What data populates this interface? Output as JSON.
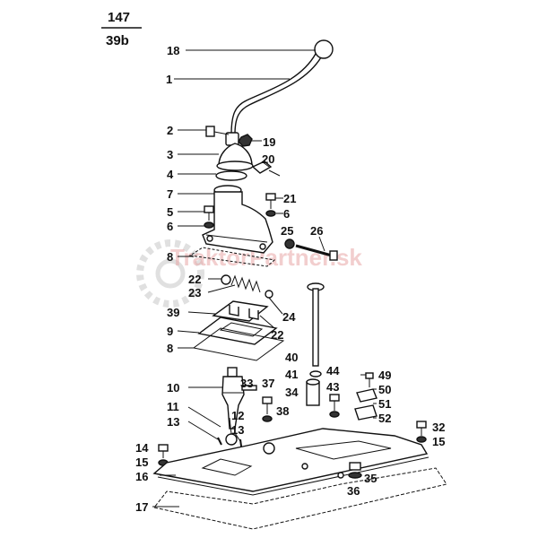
{
  "sheet": {
    "top": "147",
    "bottom": "39b"
  },
  "watermark": "TraktorPartner.sk",
  "callouts": [
    {
      "id": "c18",
      "text": "18"
    },
    {
      "id": "c1",
      "text": "1"
    },
    {
      "id": "c2",
      "text": "2"
    },
    {
      "id": "c19",
      "text": "19"
    },
    {
      "id": "c3",
      "text": "3"
    },
    {
      "id": "c20",
      "text": "20"
    },
    {
      "id": "c4",
      "text": "4"
    },
    {
      "id": "c7",
      "text": "7"
    },
    {
      "id": "c21",
      "text": "21"
    },
    {
      "id": "c5",
      "text": "5"
    },
    {
      "id": "c6a",
      "text": "6"
    },
    {
      "id": "c6b",
      "text": "6"
    },
    {
      "id": "c26",
      "text": "26"
    },
    {
      "id": "c25",
      "text": "25"
    },
    {
      "id": "c8a",
      "text": "8"
    },
    {
      "id": "c22a",
      "text": "22"
    },
    {
      "id": "c23",
      "text": "23"
    },
    {
      "id": "c24",
      "text": "24"
    },
    {
      "id": "c39",
      "text": "39"
    },
    {
      "id": "c9",
      "text": "9"
    },
    {
      "id": "c22b",
      "text": "22"
    },
    {
      "id": "c8b",
      "text": "8"
    },
    {
      "id": "c40",
      "text": "40"
    },
    {
      "id": "c41",
      "text": "41"
    },
    {
      "id": "c44",
      "text": "44"
    },
    {
      "id": "c49",
      "text": "49"
    },
    {
      "id": "c10",
      "text": "10"
    },
    {
      "id": "c33",
      "text": "33"
    },
    {
      "id": "c37",
      "text": "37"
    },
    {
      "id": "c43",
      "text": "43"
    },
    {
      "id": "c50",
      "text": "50"
    },
    {
      "id": "c34",
      "text": "34"
    },
    {
      "id": "c51",
      "text": "51"
    },
    {
      "id": "c11",
      "text": "11"
    },
    {
      "id": "c38",
      "text": "38"
    },
    {
      "id": "c52",
      "text": "52"
    },
    {
      "id": "c12",
      "text": "12"
    },
    {
      "id": "c13a",
      "text": "13"
    },
    {
      "id": "c13b",
      "text": "13"
    },
    {
      "id": "c32",
      "text": "32"
    },
    {
      "id": "c15a",
      "text": "15"
    },
    {
      "id": "c14",
      "text": "14"
    },
    {
      "id": "c15b",
      "text": "15"
    },
    {
      "id": "c16",
      "text": "16"
    },
    {
      "id": "c35",
      "text": "35"
    },
    {
      "id": "c36",
      "text": "36"
    },
    {
      "id": "c17",
      "text": "17"
    }
  ]
}
